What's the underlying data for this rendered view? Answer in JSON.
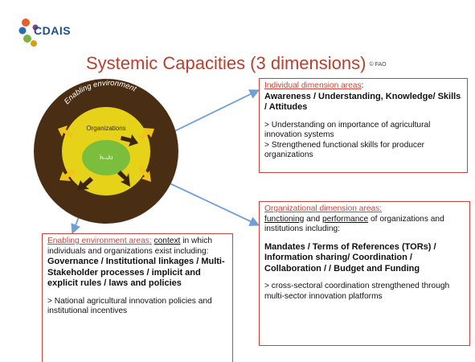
{
  "logo": {
    "text": "CDAIS",
    "colors": [
      "#e85d2a",
      "#2b6cb0",
      "#7ab33e",
      "#d4a017",
      "#8e3b8a"
    ]
  },
  "title": {
    "text": "Systemic Capacities (3 dimensions)",
    "suffix": "© FAO"
  },
  "diagram": {
    "outer_label": "Enabling environment",
    "middle_label": "Organizations",
    "inner_label": "Individuals",
    "colors": {
      "outer": "#4a2e14",
      "middle": "#e7d21a",
      "inner": "#7bbd3c",
      "arrow_out": "#f0c419",
      "arrow_in": "#3b2410",
      "connector": "#6f9fd8"
    }
  },
  "individual": {
    "heading": "Individual dimension areas",
    "heading_suffix": ":",
    "bold": "Awareness / Understanding, Knowledge/ Skills / Attitudes",
    "bullet1": "> Understanding on importance of agricultural innovation systems",
    "bullet2": "> Strengthened functional skills for producer organizations"
  },
  "organizational": {
    "heading": "Organizational dimension areas:",
    "word_functioning": "functioning",
    "and_text": " and ",
    "word_performance": "performance",
    "intro_rest": " of organizations and institutions including:",
    "bold": "Mandates / Terms of References (TORs) / Information sharing/ Coordination / Collaboration / / Budget and Funding",
    "bullet1": "> cross-sectoral coordination strengthened through multi-sector innovation platforms"
  },
  "enabling": {
    "heading": "Enabling environment areas:",
    "word_context": "context",
    "intro_rest": " in which individuals and organizations exist including:",
    "bold": "Governance / Institutional linkages / Multi-Stakeholder processes / implicit and explicit rules / laws and policies",
    "bullet1": "> National agricultural innovation policies and institutional incentives"
  }
}
